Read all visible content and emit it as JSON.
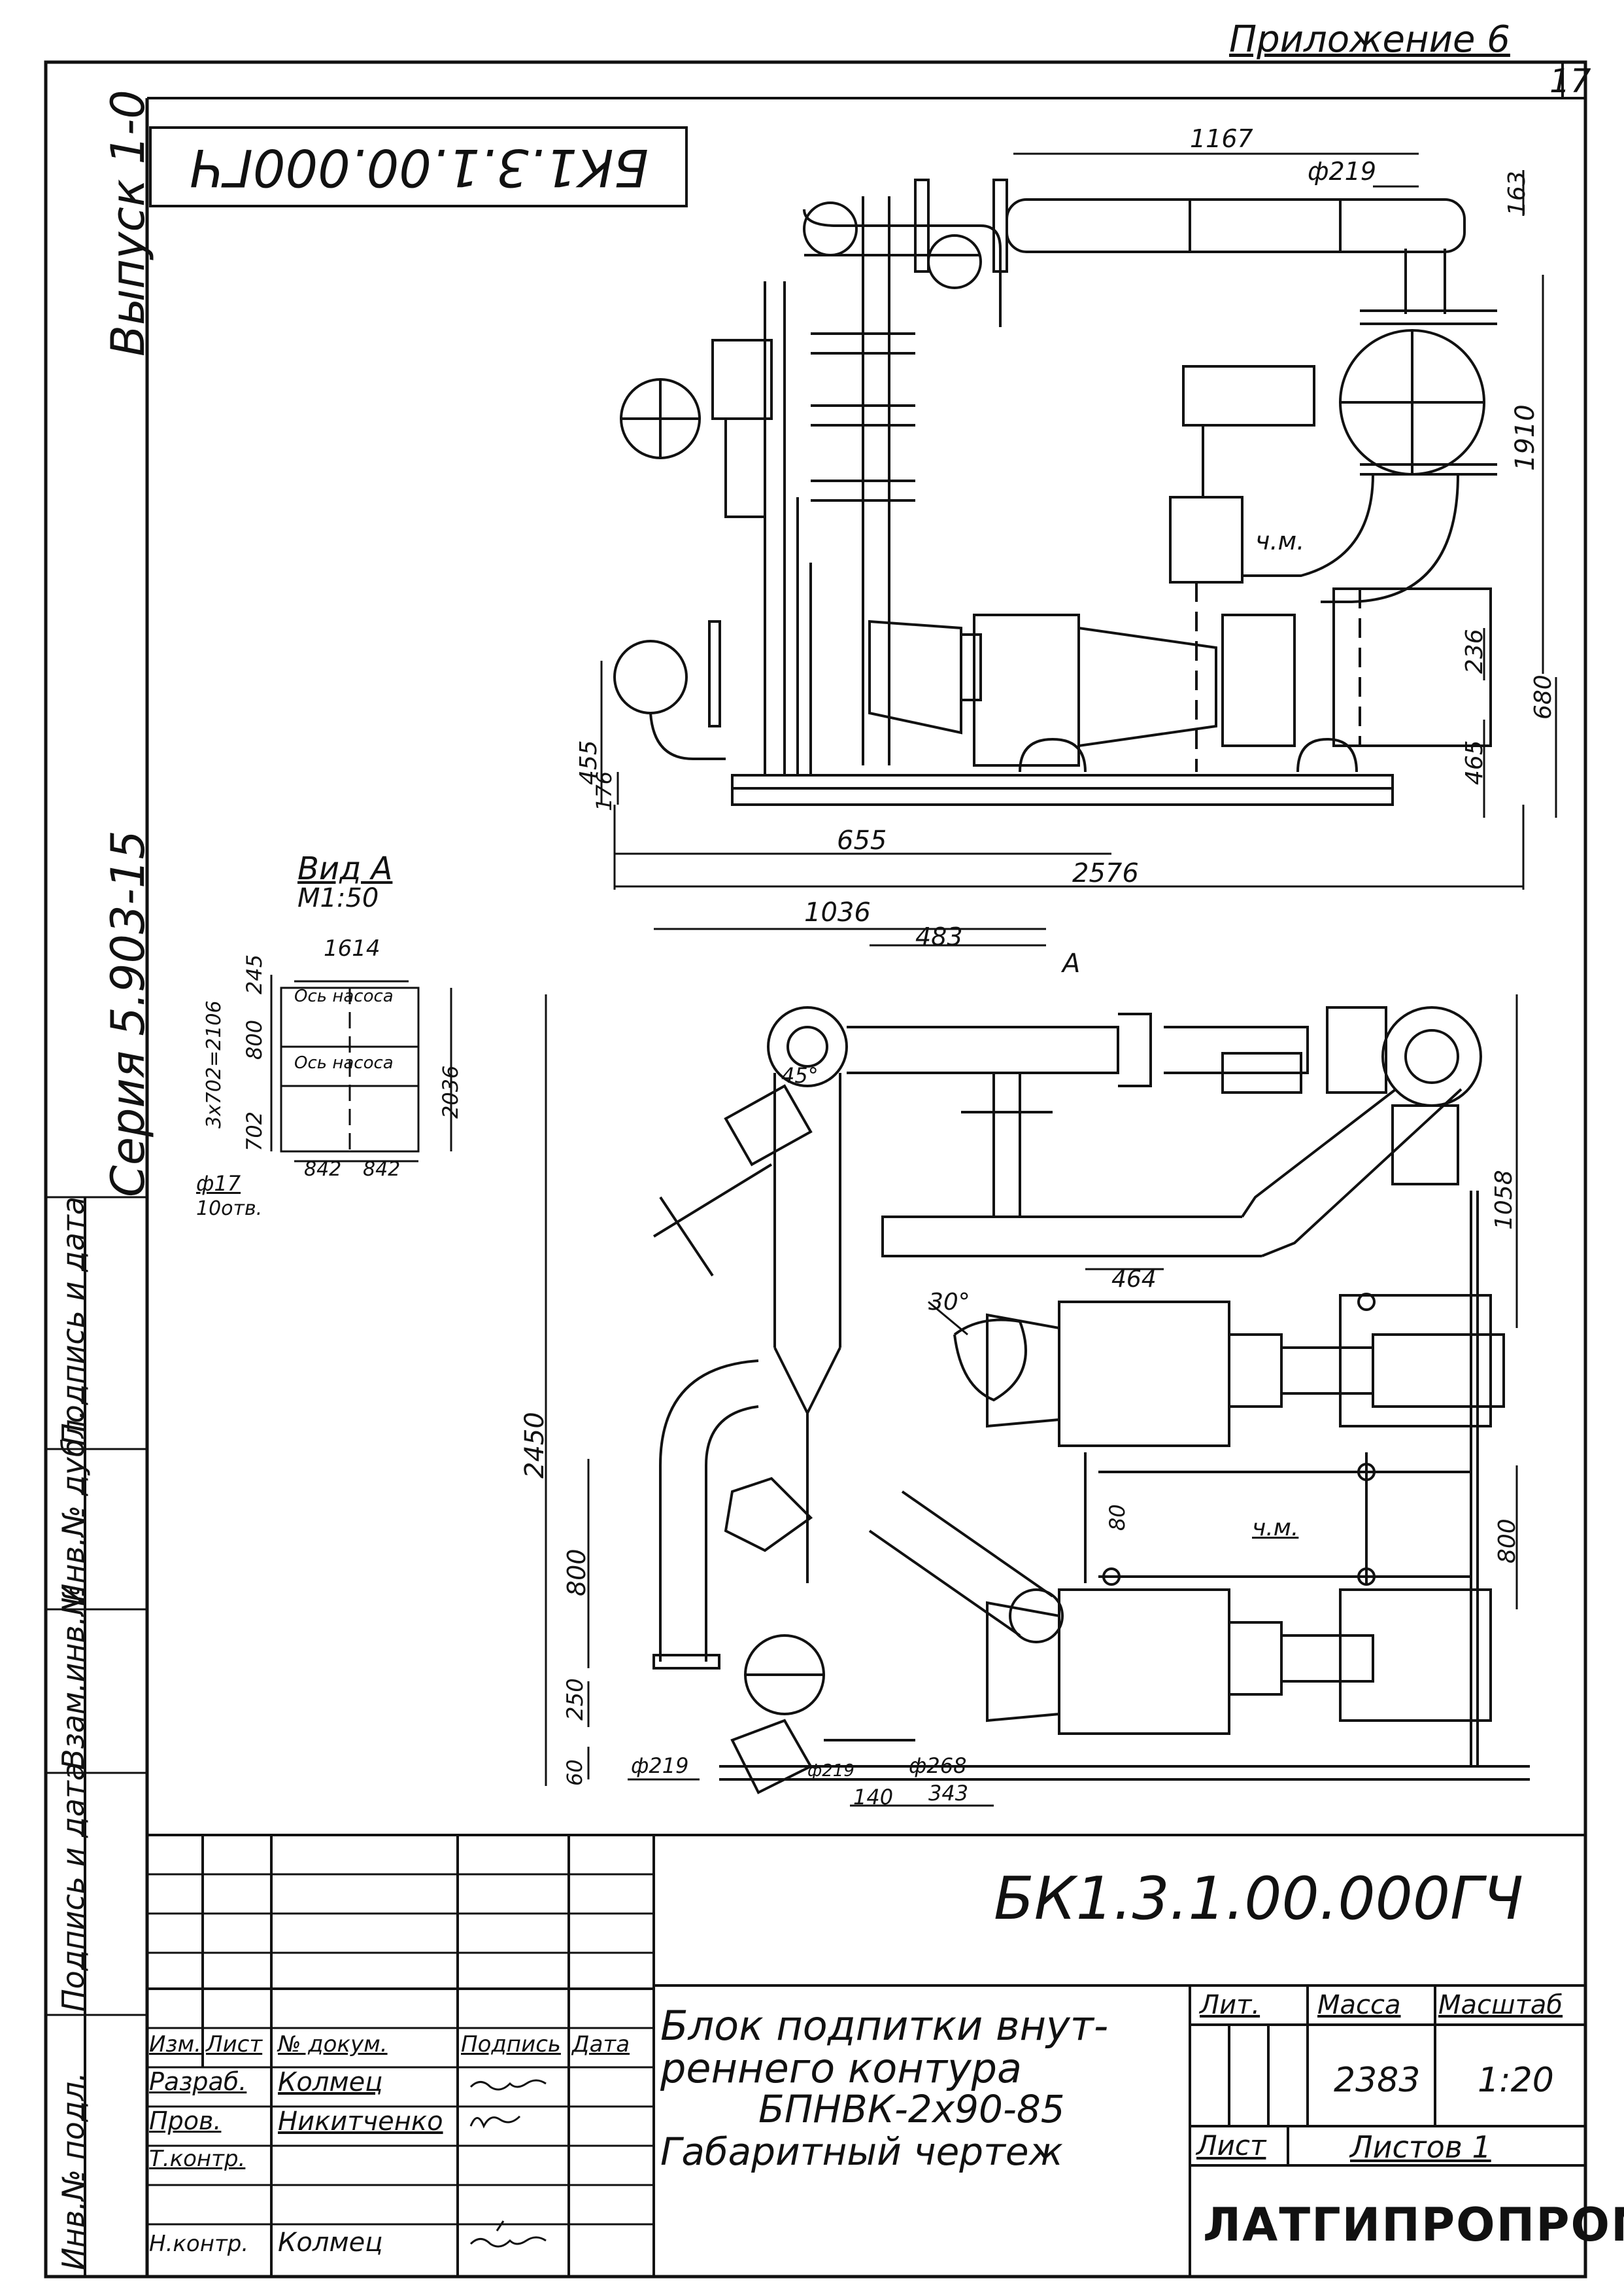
{
  "appendix": "Приложение 6",
  "sheet_number": "17",
  "top_stamp": "БК1.3.1.00.000ГЧ",
  "margin": {
    "vypusk": "Выпуск 1-0",
    "seria": "Серия 5.903-15",
    "podpis_data_1": "Подпись и дата",
    "inv_dubl": "Инв.№ дубл.",
    "vzam_inv": "Взам.инв.№",
    "podpis_data_2": "Подпись и дата",
    "inv_podl": "Инв.№ подл."
  },
  "view_a": {
    "title": "Вид А",
    "scale": "М1:50",
    "dim_1614": "1614",
    "dim_245": "245",
    "dim_800": "800",
    "dim_3x702": "3х702=2106",
    "dim_702": "702",
    "dim_2036": "2036",
    "axis_1": "Ось насоса",
    "axis_2": "Ось насоса",
    "dim_842a": "842",
    "dim_842b": "842",
    "holes": "ф17",
    "holes_count": "10отв."
  },
  "elevation": {
    "dim_1167": "1167",
    "dim_d219": "ф219",
    "dim_163": "163",
    "dim_1910": "1910",
    "label_cm": "ч.м.",
    "dim_236": "236",
    "dim_680": "680",
    "dim_465": "465",
    "dim_455": "455",
    "dim_176": "176",
    "dim_655": "655",
    "dim_2576": "2576"
  },
  "plan": {
    "dim_1036": "1036",
    "dim_483": "483",
    "arrow_a": "А",
    "dim_45": "45°",
    "dim_1058": "1058",
    "dim_30": "30°",
    "dim_464": "464",
    "dim_2450": "2450",
    "dim_80": "80",
    "label_cm": "ч.м.",
    "dim_800_left": "800",
    "dim_800_right": "800",
    "dim_250": "250",
    "dim_60": "60",
    "dim_d219": "ф219",
    "dim_d219b": "ф219",
    "dim_d268": "ф268",
    "dim_140": "140",
    "dim_343": "343"
  },
  "title_block": {
    "code": "БК1.3.1.00.000ГЧ",
    "headers": {
      "izm": "Изм.",
      "list": "Лист",
      "doc": "№ докум.",
      "sign": "Подпись",
      "date": "Дата"
    },
    "rows": [
      {
        "role": "Разраб.",
        "name": "Колмец"
      },
      {
        "role": "Пров.",
        "name": "Никитченко"
      },
      {
        "role": "Т.контр.",
        "name": ""
      },
      {
        "role": "",
        "name": ""
      },
      {
        "role": "Н.контр.",
        "name": "Колмец"
      }
    ],
    "description_1": "Блок подпитки внут-",
    "description_2": "реннего контура",
    "description_3": "БПНВК-2х90-85",
    "description_4": "Габаритный чертеж",
    "lit_label": "Лит.",
    "mass_label": "Масса",
    "scale_label": "Масштаб",
    "mass": "2383",
    "scale": "1:20",
    "sheet_label": "Лист",
    "sheets_label": "Листов 1",
    "organization": "ЛАТГИПРОПРОМ"
  }
}
